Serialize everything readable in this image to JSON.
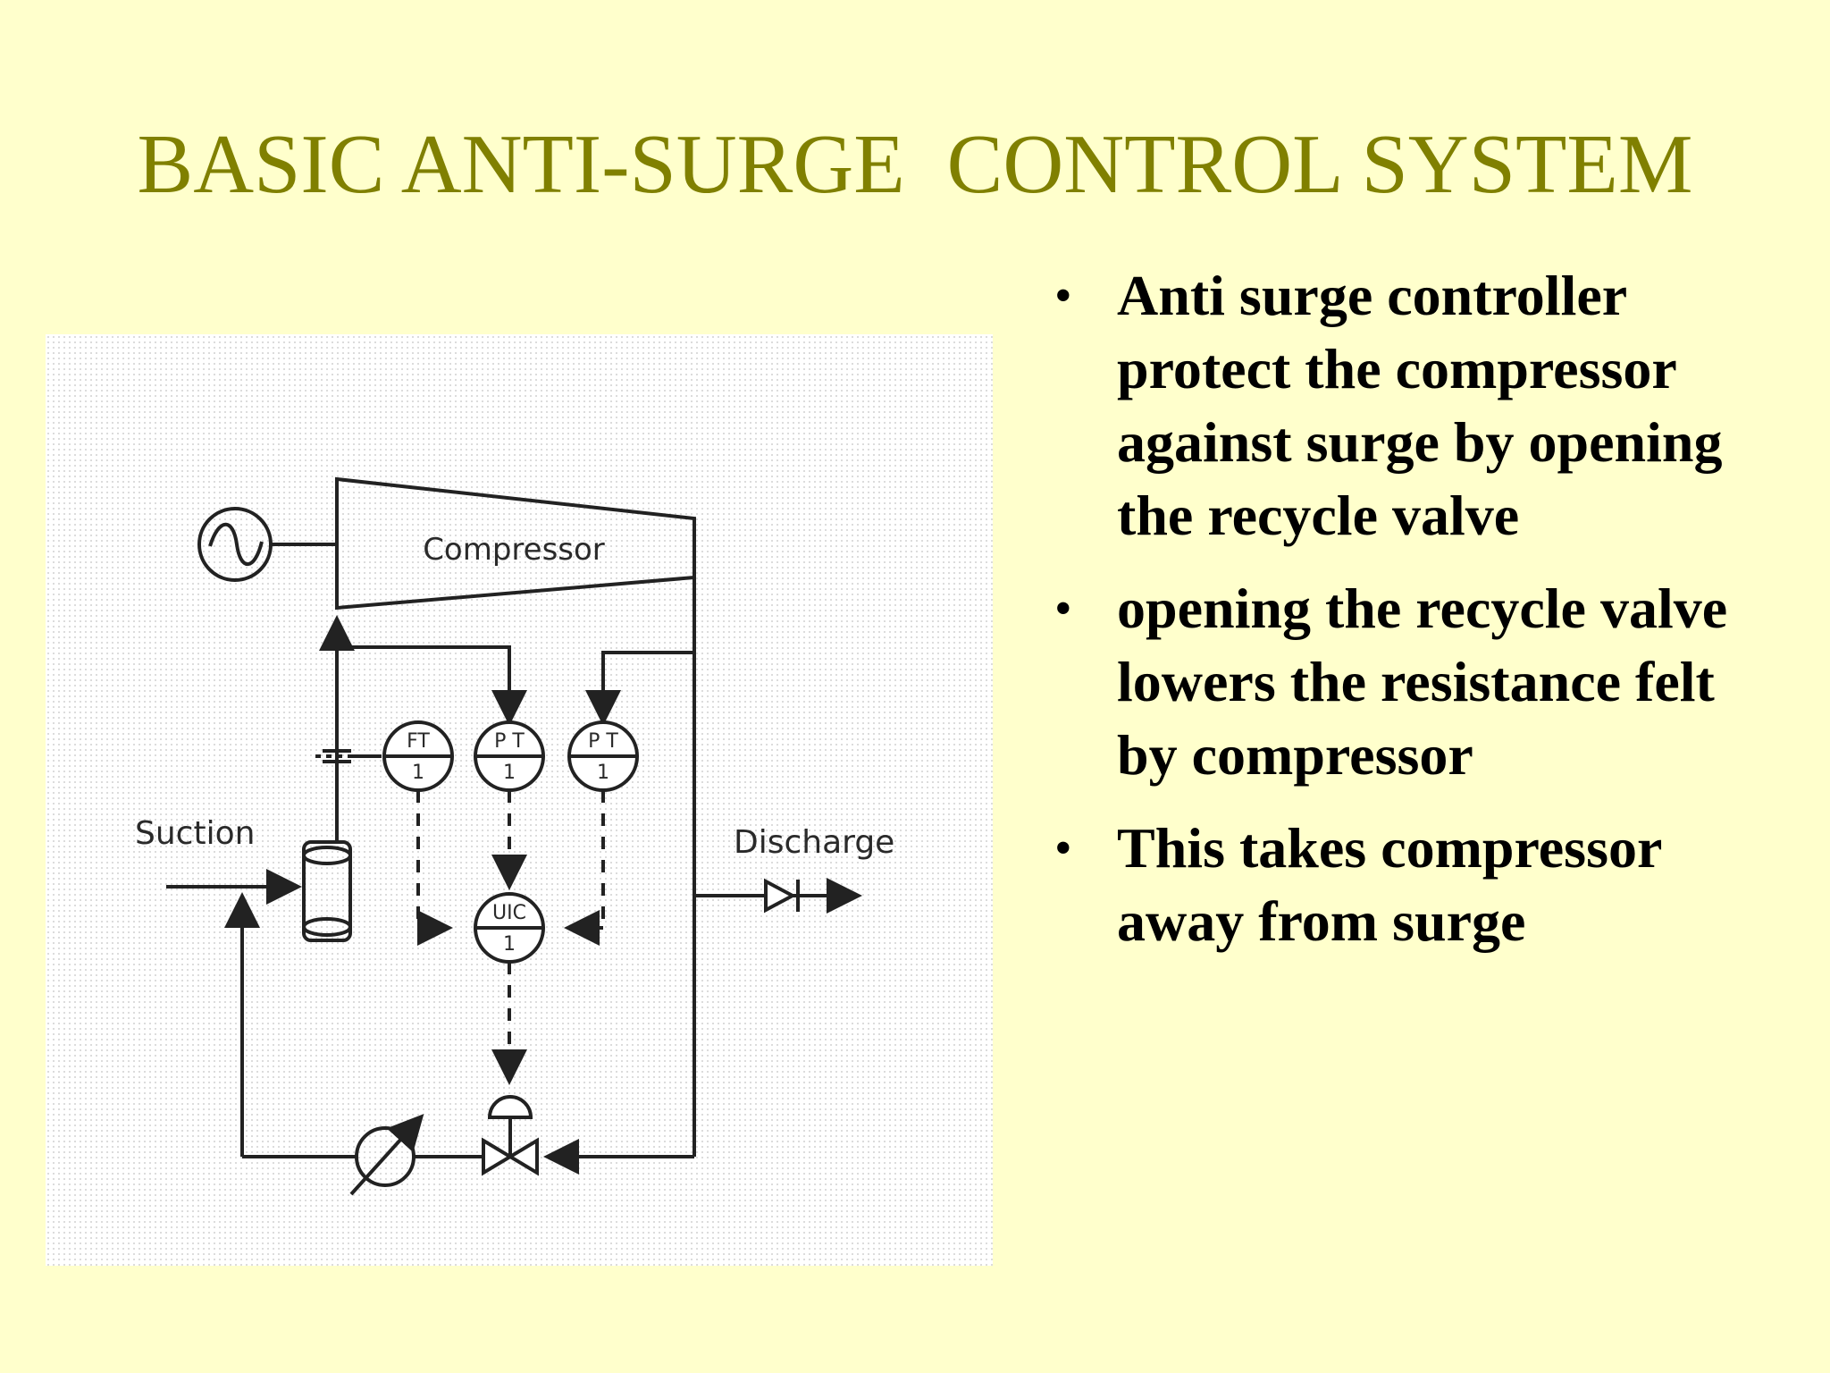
{
  "slide": {
    "title": "BASIC ANTI-SURGE  CONTROL SYSTEM"
  },
  "diagram": {
    "compressor_label": "Compressor",
    "suction_label": "Suction",
    "discharge_label": "Discharge",
    "instruments": [
      {
        "tag": "FT",
        "number": "1"
      },
      {
        "tag": "P T",
        "number": "1"
      },
      {
        "tag": "P T",
        "number": "1"
      },
      {
        "tag": "UIC",
        "number": "1"
      }
    ]
  },
  "bullets": [
    {
      "marker": "•",
      "text": "Anti surge controller protect the compressor against surge by opening the recycle valve"
    },
    {
      "marker": "•",
      "text": "opening the recycle valve lowers the resistance felt by compressor"
    },
    {
      "marker": "•",
      "text": "This takes compressor away from surge"
    }
  ]
}
